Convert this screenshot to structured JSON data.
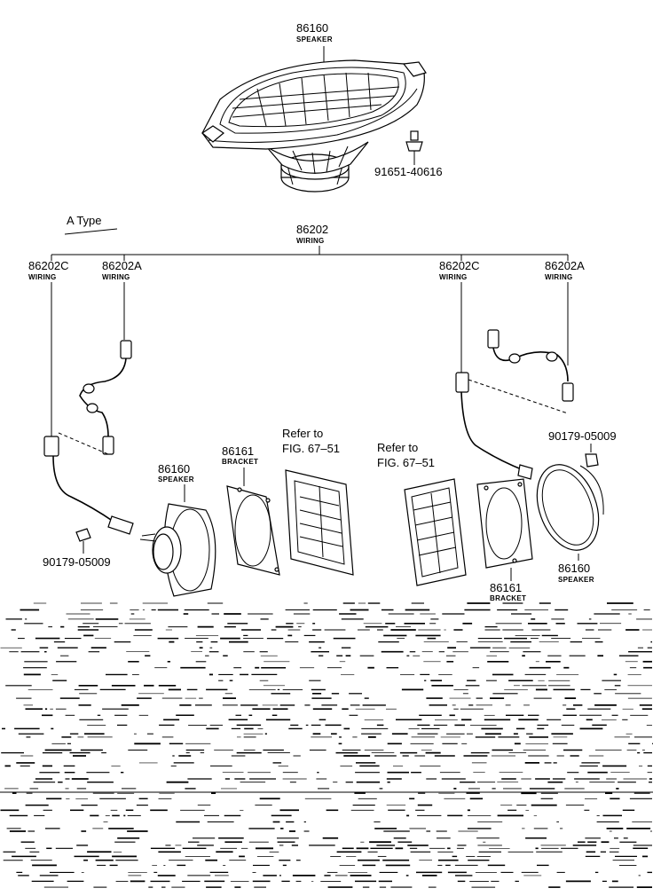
{
  "title_variant": "A Type",
  "parts": {
    "top_speaker": {
      "number": "86160",
      "name": "SPEAKER"
    },
    "top_screw": {
      "number": "91651-40616"
    },
    "wiring_main": {
      "number": "86202",
      "name": "WIRING"
    },
    "left_wiring_c": {
      "number": "86202C",
      "name": "WIRING"
    },
    "left_wiring_a": {
      "number": "86202A",
      "name": "WIRING"
    },
    "right_wiring_c": {
      "number": "86202C",
      "name": "WIRING"
    },
    "right_wiring_a": {
      "number": "86202A",
      "name": "WIRING"
    },
    "left_speaker": {
      "number": "86160",
      "name": "SPEAKER"
    },
    "left_bracket": {
      "number": "86161",
      "name": "BRACKET"
    },
    "left_clip": {
      "number": "90179-05009"
    },
    "right_speaker": {
      "number": "86160",
      "name": "SPEAKER"
    },
    "right_bracket": {
      "number": "86161",
      "name": "BRACKET"
    },
    "right_clip": {
      "number": "90179-05009"
    }
  },
  "references": {
    "left": {
      "line1": "Refer to",
      "line2": "FIG. 67–51"
    },
    "right": {
      "line1": "Refer to",
      "line2": "FIG. 67–51"
    }
  }
}
